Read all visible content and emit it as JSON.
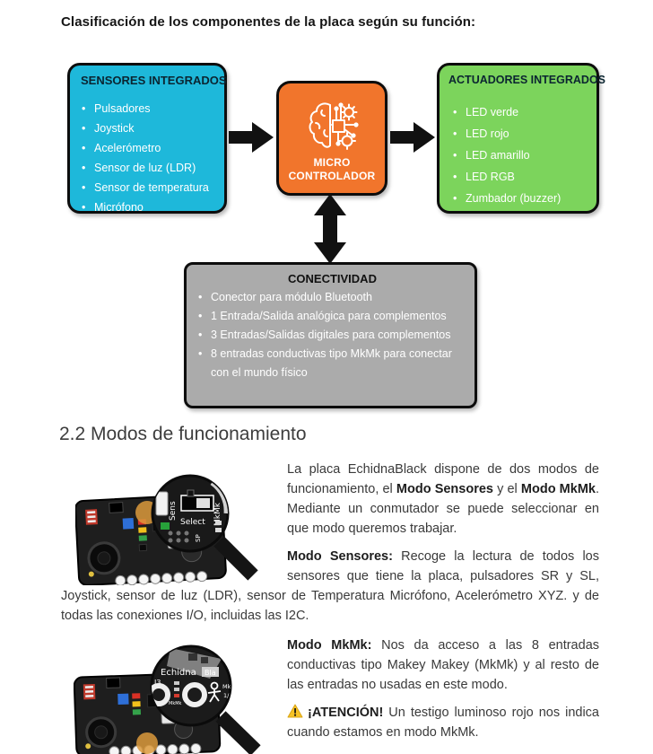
{
  "page": {
    "title": "Clasificación de los componentes de la placa según su función:"
  },
  "diagram": {
    "sensors": {
      "title": "SENSORES INTEGRADOS",
      "color": "#1EB8DA",
      "items": [
        "Pulsadores",
        "Joystick",
        "Acelerómetro",
        "Sensor de luz (LDR)",
        "Sensor de temperatura",
        "Micrófono"
      ]
    },
    "micro": {
      "title_line1": "MICRO",
      "title_line2": "CONTROLADOR",
      "color": "#F1752C",
      "icon": "brain-circuit"
    },
    "actuators": {
      "title": "ACTUADORES INTEGRADOS",
      "color": "#7CD45C",
      "items": [
        "LED verde",
        "LED rojo",
        "LED amarillo",
        "LED RGB",
        "Zumbador (buzzer)"
      ]
    },
    "connectivity": {
      "title": "CONECTIVIDAD",
      "color": "#ABABAB",
      "items": [
        "Conector para módulo Bluetooth",
        "1 Entrada/Salida analógica para complementos",
        "3 Entradas/Salidas digitales para complementos",
        "8 entradas conductivas tipo MkMk para conectar con el mundo físico"
      ]
    },
    "arrow_color": "#111111"
  },
  "section": {
    "heading": "2.2 Modos de funcionamiento",
    "para1": {
      "a": "La placa EchidnaBlack dispone de dos modos de funcionamiento, el ",
      "b": "Modo Sensores",
      "c": " y el ",
      "d": "Modo MkMk",
      "e": ". Mediante un conmutador se puede seleccionar en que modo queremos trabajar."
    },
    "para2": {
      "a": "Modo Sensores:",
      "b": " Recoge la lectura de todos los sensores que tiene la placa,  pulsadores SR y SL, Joystick, sensor de luz (LDR), sensor de Temperatura Micrófono, Acelerómetro XYZ. y de todas las conexiones I/O, incluidas las I2C."
    },
    "para3": {
      "a": "Modo MkMk:",
      "b": " Nos da acceso a las 8 entradas conductivas tipo Makey Makey (MkMk) y al resto de las entradas no usadas en este modo."
    },
    "warning": {
      "icon": "warning-triangle",
      "icon_color": "#F7C325",
      "a": "¡ATENCIÓN!",
      "b": " Un testigo luminoso rojo nos indica cuando estamos en modo MkMk."
    }
  },
  "boards": {
    "board1": {
      "lens_labels": {
        "sens": "Sens",
        "mkmk": "MkMk",
        "select": "Select",
        "sp": "SP"
      }
    },
    "board2": {
      "lens_labels": {
        "brand": "Echidna",
        "brand_badge": "Bla",
        "i3": "I3",
        "mkmk_small": "MkMk",
        "mkm": "MkM",
        "one_slash": "1/"
      }
    }
  }
}
